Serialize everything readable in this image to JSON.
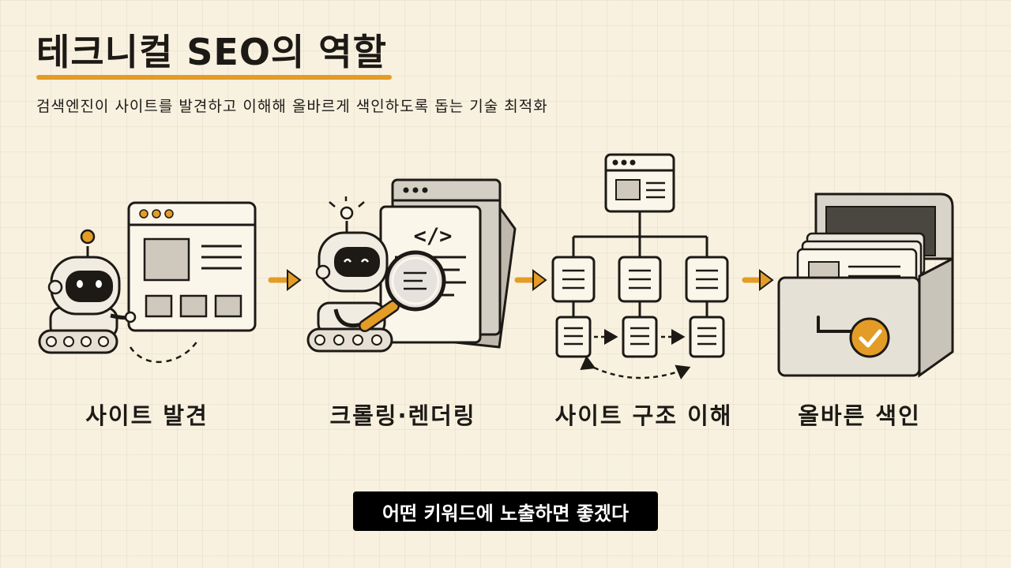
{
  "header": {
    "title": "테크니컬 SEO의 역할",
    "subtitle": "검색엔진이 사이트를 발견하고 이해해 올바르게 색인하도록 돕는 기술 최적화"
  },
  "steps": [
    {
      "label": "사이트 발견"
    },
    {
      "label": "크롤링·렌더링"
    },
    {
      "label": "사이트 구조 이해"
    },
    {
      "label": "올바른 색인"
    }
  ],
  "caption": {
    "text": "어떤 키워드에 노출하면 좋겠다"
  },
  "code_glyph": "</>",
  "colors": {
    "accent": "#e39c25",
    "background": "#f8f1e0",
    "ink": "#1d1a16",
    "caption_bg": "#000000"
  },
  "icons": [
    "robot-icon",
    "browser-window-icon",
    "magnifier-icon",
    "code-document-icon",
    "sitemap-icon",
    "file-cabinet-icon",
    "checkmark-icon",
    "arrow-right-icon"
  ]
}
